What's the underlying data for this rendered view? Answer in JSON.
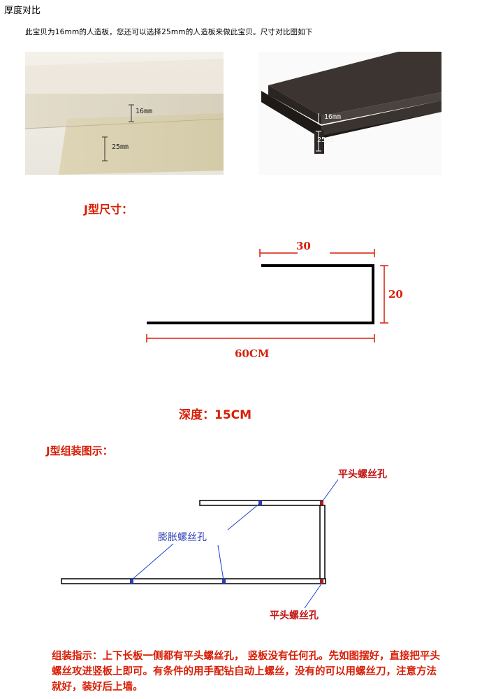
{
  "heading": "厚度对比",
  "intro": "此宝贝为16mm的人造板，您还可以选择25mm的人造板来做此宝贝。尺寸对比图如下",
  "photos": {
    "light": {
      "thin_label": "16mm",
      "thick_label": "25mm"
    },
    "dark": {
      "thin_label": "16mm",
      "thick_label": "25mm"
    }
  },
  "j_size": {
    "title": "J型尺寸：",
    "top_width": "30",
    "height": "20",
    "bottom_width": "60CM",
    "depth": "深度：15CM"
  },
  "assembly": {
    "title": "J型组装图示：",
    "expansion_screw_hole": "膨胀螺丝孔",
    "flat_head_hole_top": "平头螺丝孔",
    "flat_head_hole_bottom": "平头螺丝孔",
    "instructions": "组装指示：上下长板一侧都有平头螺丝孔， 竖板没有任何孔。先如图摆好，直接把平头螺丝攻进竖板上即可。有条件的用手配钻自动上螺丝，没有的可以用螺丝刀，注意方法就好，装好后上墙。"
  },
  "colors": {
    "accent_red": "#d81e06",
    "label_blue": "#2a3bb5"
  }
}
